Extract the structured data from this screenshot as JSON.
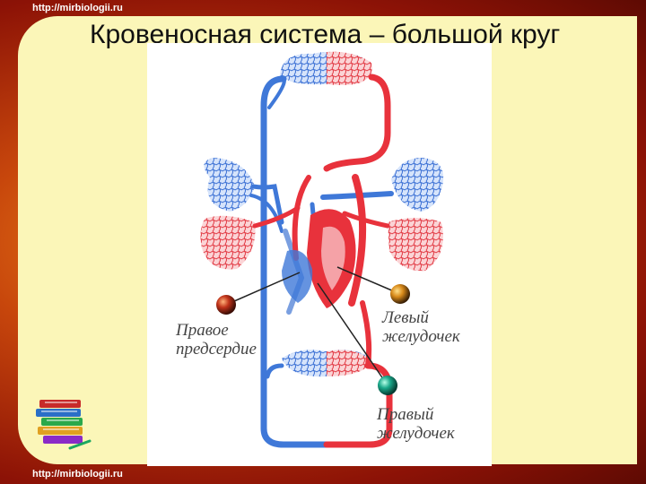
{
  "header": {
    "url_top": "http://mirbiologii.ru"
  },
  "slide": {
    "title": "Кровеносная система – большой круг"
  },
  "labels": {
    "right_atrium_1": "Правое",
    "right_atrium_2": "предсердие",
    "left_ventricle_1": "Левый",
    "left_ventricle_2": "желудочек",
    "right_ventricle_1": "Правый",
    "right_ventricle_2": "желудочек"
  },
  "footer": {
    "url_bottom": "http://mirbiologii.ru"
  },
  "colors": {
    "arterial": "#e8323c",
    "venous": "#3f78d8",
    "panel": "#fbf6b8",
    "title": "#111111"
  },
  "icons": [
    "books-icon"
  ]
}
